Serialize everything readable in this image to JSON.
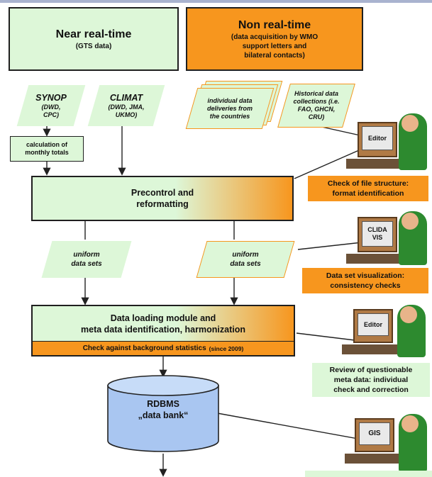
{
  "near_real_time": {
    "title": "Near real-time",
    "subtitle": "(GTS data)"
  },
  "non_real_time": {
    "title": "Non real-time",
    "line1": "(data acquisition by WMO",
    "line2": "support letters and",
    "line3": "bilateral contacts)"
  },
  "synop": {
    "title": "SYNOP",
    "line1": "(DWD,",
    "line2": "CPC)"
  },
  "climat": {
    "title": "CLIMAT",
    "line1": "(DWD, JMA,",
    "line2": "UKMO)"
  },
  "individual": {
    "line1": "individual data",
    "line2": "deliveries from",
    "line3": "the countries"
  },
  "historical": {
    "line1": "Historical data",
    "line2": "collections (i.e.",
    "line3": "FAO, GHCN,",
    "line4": "CRU)"
  },
  "monthly_totals": {
    "line1": "calculation of",
    "line2": "monthly totals"
  },
  "precontrol": {
    "line1": "Precontrol and",
    "line2": "reformatting"
  },
  "uniform_left": {
    "line1": "uniform",
    "line2": "data sets"
  },
  "uniform_right": {
    "line1": "uniform",
    "line2": "data sets"
  },
  "loading": {
    "line1": "Data loading module and",
    "line2": "meta data identification, harmonization"
  },
  "background_check": {
    "text": "Check against background statistics",
    "since": "(since 2009)"
  },
  "rdbms": {
    "line1": "RDBMS",
    "line2": "„data bank“"
  },
  "workstations": [
    {
      "screen": "Editor",
      "caption1": "Check of file structure:",
      "caption2": "format identification"
    },
    {
      "screen1": "CLIDA",
      "screen2": "VIS",
      "caption1": "Data set visualization:",
      "caption2": "consistency checks"
    },
    {
      "screen": "Editor",
      "caption1": "Review of questionable",
      "caption2": "meta data: individual",
      "caption3": "check and correction"
    },
    {
      "screen": "GIS"
    }
  ],
  "colors": {
    "green": "#ddf7d8",
    "orange": "#f7961e",
    "border": "#1f1f1f"
  }
}
